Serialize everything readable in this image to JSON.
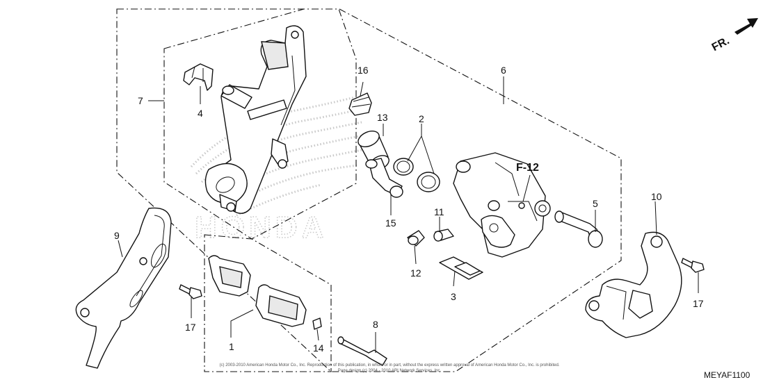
{
  "direction_label": "FR.",
  "diagram_code": "MEYAF1100",
  "reference_label": "F-12",
  "copyright_line1": "(c) 2003-2010 American Honda Motor Co., Inc. Reproduction of this publication, in whole or in part, without the express written approval of American Honda Motor Co., Inc. is prohibited.",
  "copyright_line2": "Page design (c) 2004 - 2010 ARI Network Services, Inc.",
  "parts": [
    {
      "num": "1"
    },
    {
      "num": "2"
    },
    {
      "num": "3"
    },
    {
      "num": "4"
    },
    {
      "num": "5"
    },
    {
      "num": "6"
    },
    {
      "num": "7"
    },
    {
      "num": "8"
    },
    {
      "num": "9"
    },
    {
      "num": "10"
    },
    {
      "num": "11"
    },
    {
      "num": "12"
    },
    {
      "num": "13"
    },
    {
      "num": "14"
    },
    {
      "num": "15"
    },
    {
      "num": "16"
    },
    {
      "num": "17"
    },
    {
      "num": "17"
    }
  ]
}
